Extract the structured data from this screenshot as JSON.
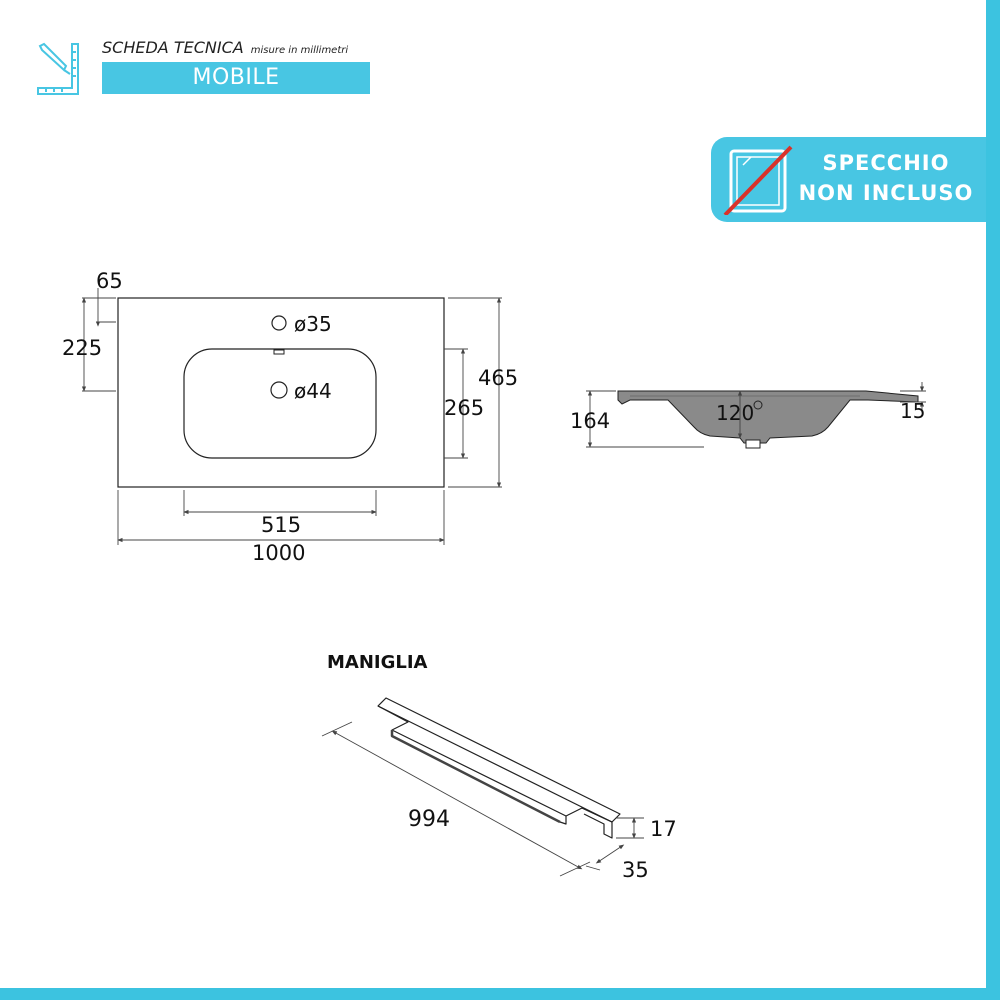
{
  "colors": {
    "accent": "#48c6e3",
    "frame": "#3cc3e0",
    "line": "#222222",
    "dim": "#444444",
    "red": "#d9322a"
  },
  "header": {
    "icon": "ruler-pencil-icon",
    "title": "SCHEDA TECNICA",
    "subtitle": "misure in millimetri",
    "bar_label": "MOBILE"
  },
  "badge": {
    "icon": "mirror-crossed-icon",
    "line1": "SPECCHIO",
    "line2": "NON INCLUSO"
  },
  "top_view": {
    "dim_65": "65",
    "dim_225": "225",
    "dim_465": "465",
    "dim_265": "265",
    "dim_515": "515",
    "dim_1000": "1000",
    "hole_small": "ø35",
    "hole_large": "ø44"
  },
  "section_view": {
    "dim_164": "164",
    "dim_120": "120",
    "dim_15": "15"
  },
  "handle": {
    "title": "MANIGLIA",
    "dim_994": "994",
    "dim_17": "17",
    "dim_35": "35"
  }
}
